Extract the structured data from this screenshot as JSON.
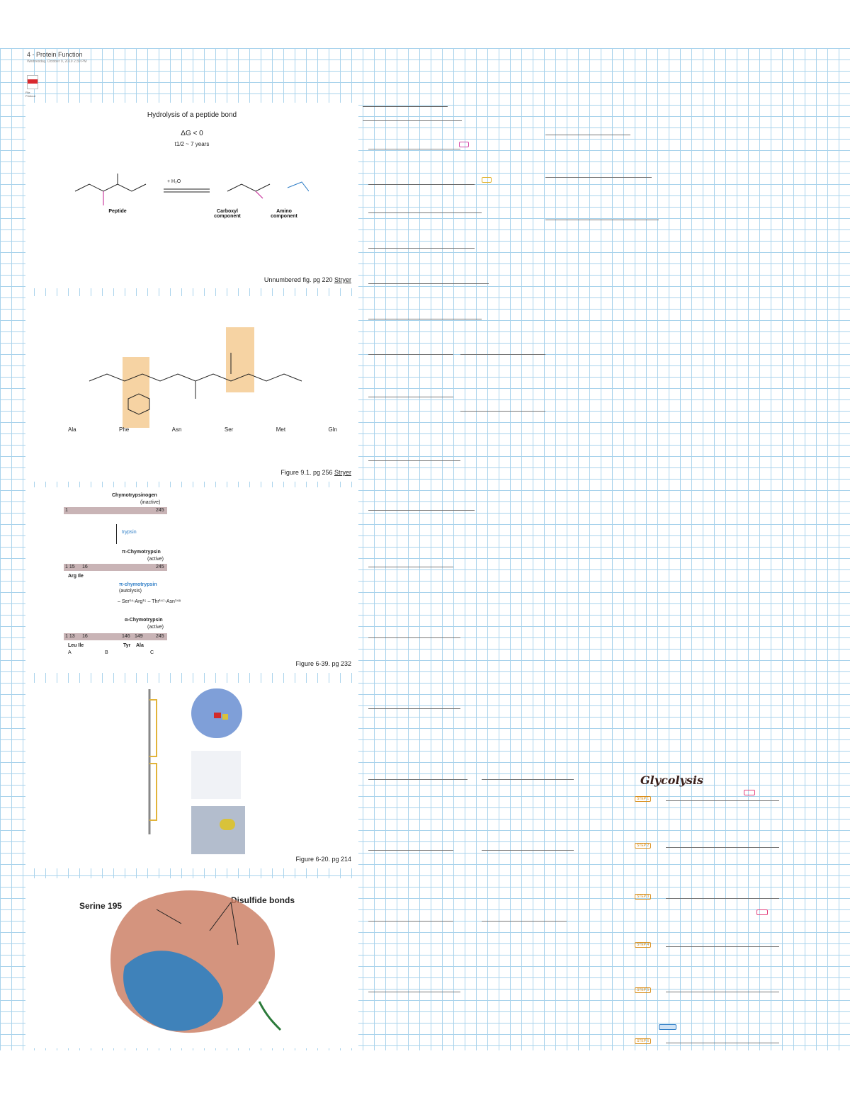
{
  "header": {
    "title": "4 - Protein Function",
    "subtitle": "Wednesday, October 9, 2019 2:39 PM",
    "file_label": "File",
    "file_sublabel": "Printout"
  },
  "panels": {
    "hydrolysis": {
      "title": "Hydrolysis of a peptide bond",
      "delta_g": "ΔG < 0",
      "half_life": "t1/2 ~ 7 years",
      "water": "+ H₂O",
      "labels": [
        "Peptide",
        "Carboxyl component",
        "Amino component"
      ],
      "caption_prefix": "Unnumbered fig. pg 220 ",
      "caption_book": "Stryer"
    },
    "peptide": {
      "residues": [
        "Ala",
        "Phe",
        "Asn",
        "Ser",
        "Met",
        "Gln"
      ],
      "caption_prefix": "Figure 9.1. pg 256 ",
      "caption_book": "Stryer"
    },
    "chymo": {
      "title": "Chymotrypsinogen",
      "state1": "(inactive)",
      "enzyme1": "trypsin",
      "title2": "π-Chymotrypsin",
      "state2": "(active)",
      "enzyme2": "π-chymotrypsin",
      "enzyme2b": "(autolysis)",
      "removed": "– Ser¹⁴-Arg¹⁵ – Thr¹⁴⁷-Asn¹⁴⁸",
      "title3": "α-Chymotrypsin",
      "state3": "(active)",
      "bar1": [
        "1",
        "245"
      ],
      "bar2": [
        "1 15",
        "16",
        "245"
      ],
      "arg": "Arg Ile",
      "bar3": [
        "1 13",
        "16",
        "146",
        "149",
        "245"
      ],
      "bar3labels": [
        "Leu Ile",
        "Tyr",
        "Ala"
      ],
      "chains": [
        "A",
        "B",
        "C"
      ],
      "caption": "Figure 6-39. pg 232"
    },
    "structure": {
      "caption": "Figure 6-20. pg 214"
    },
    "ribbon": {
      "serine": "Serine 195",
      "disulfide": "Disulfide bonds"
    }
  },
  "notes": {
    "glycolysis_title": "Glycolysis",
    "steps": [
      "STEP 1",
      "STEP 2",
      "STEP 3",
      "STEP 4",
      "STEP 5",
      "STEP 6"
    ]
  },
  "colors": {
    "grid": "#a9d3ec",
    "highlight": "#f6d3a3",
    "bar": "#c9b4b6",
    "ribbon_orange": "#c9795e",
    "ribbon_blue": "#2f7fc1"
  }
}
